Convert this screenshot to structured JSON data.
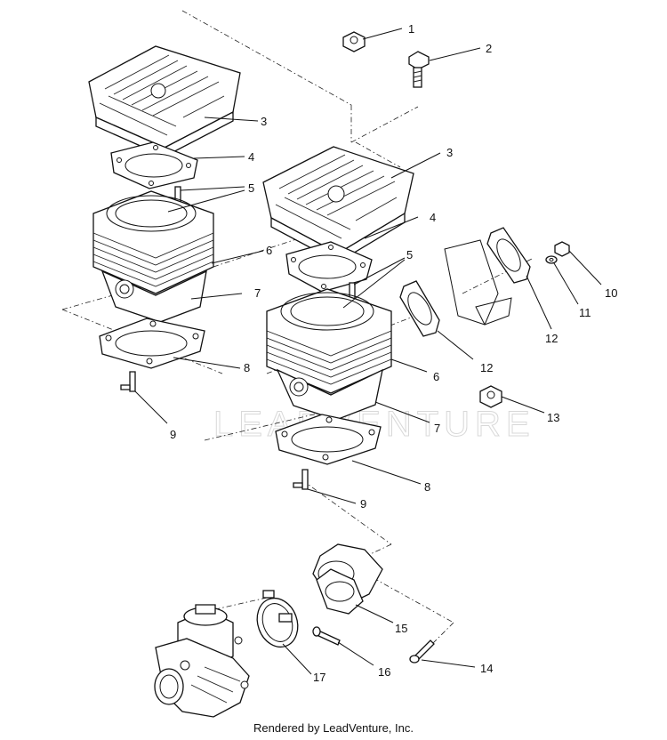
{
  "callouts": {
    "c1": "1",
    "c2": "2",
    "c3a": "3",
    "c3b": "3",
    "c4a": "4",
    "c4b": "4",
    "c5a": "5",
    "c5b": "5",
    "c6a": "6",
    "c6b": "6",
    "c7a": "7",
    "c7b": "7",
    "c8a": "8",
    "c8b": "8",
    "c9a": "9",
    "c9b": "9",
    "c10": "10",
    "c11": "11",
    "c12a": "12",
    "c12b": "12",
    "c13": "13",
    "c14": "14",
    "c15": "15",
    "c16": "16",
    "c17": "17"
  },
  "watermark": "LEADVENTURE",
  "footer": "Rendered by LeadVenture, Inc."
}
